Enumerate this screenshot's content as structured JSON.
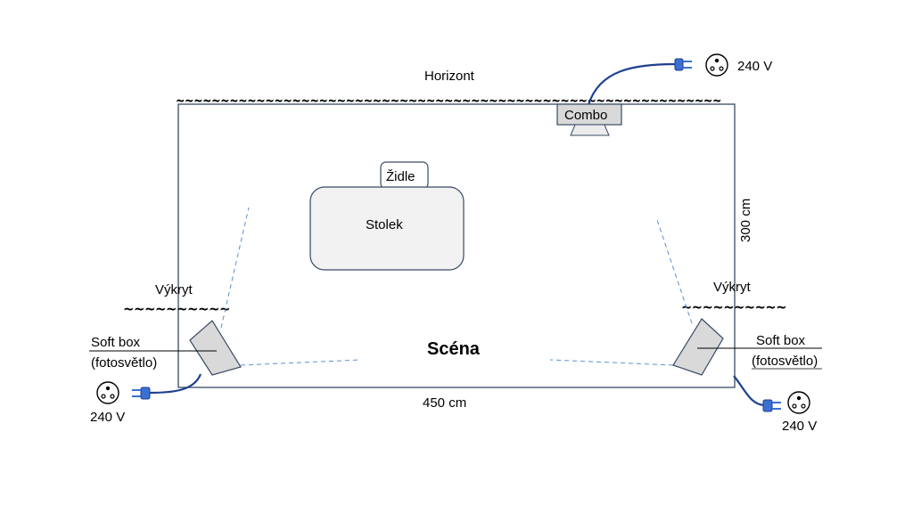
{
  "colors": {
    "line": "#3a4a66",
    "cable": "#1f3f8f",
    "plug": "#3b6fd1",
    "dashed": "#5b8fd0",
    "fixture_fill": "#d9d9d9",
    "table_fill": "#f2f2f2"
  },
  "labels": {
    "horizont": "Horizont",
    "combo": "Combo",
    "zidle": "Židle",
    "stolek": "Stolek",
    "scena": "Scéna",
    "width": "450 cm",
    "depth": "300 cm",
    "vykryt_left": "Výkryt",
    "vykryt_right": "Výkryt",
    "softbox_left_1": "Soft box",
    "softbox_left_2": "(fotosvětlo)",
    "softbox_right_1": "Soft box",
    "softbox_right_2": "(fotosvětlo)",
    "voltage_top": "240 V",
    "voltage_left": "240 V",
    "voltage_right": "240 V"
  },
  "curtains": {
    "horizont_wave": "~~~~~~~~~~~~~~~~~~~~~~~~~~~~~~~~~~~~~~~~~~~~~~~~~~~~~~~~~~~~~",
    "left_wave": "~~~~~~~~~~",
    "right_wave": "~~~~~~~~~~"
  },
  "icons": {
    "socket": "socket-icon",
    "plug": "plug-icon",
    "combo_light": "combo-light-icon",
    "softbox": "softbox-light-icon"
  }
}
